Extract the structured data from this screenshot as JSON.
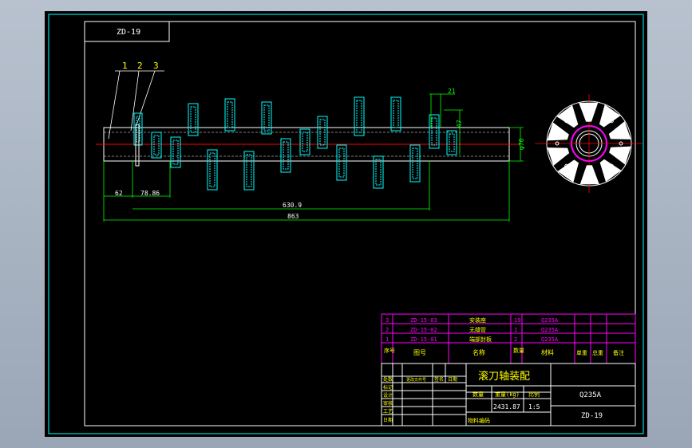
{
  "drawing": {
    "code_top": "ZD-19",
    "part_labels": [
      "1",
      "2",
      "3"
    ],
    "dim_21": "21",
    "dim_47": "47",
    "dim_phi70": "φ70",
    "dim_62": "62",
    "dim_78_86": "78.86",
    "dim_630_9": "630.9",
    "dim_863": "863"
  },
  "bom": {
    "rows": [
      {
        "no": "3",
        "code": "ZD-15-03",
        "name": "安装座",
        "qty": "19",
        "material": "Q235A"
      },
      {
        "no": "2",
        "code": "ZD-15-02",
        "name": "无缝管",
        "qty": "1",
        "material": "Q235A"
      },
      {
        "no": "1",
        "code": "ZD-15-01",
        "name": "端部封板",
        "qty": "2",
        "material": "Q235A"
      }
    ],
    "header": {
      "no": "序号",
      "code": "图号",
      "name": "名称",
      "qty": "数量",
      "material": "材料",
      "unit_weight": "单重",
      "total_weight": "总重",
      "remark": "备注"
    }
  },
  "title_block": {
    "title": "滚刀轴装配",
    "material": "Q235A",
    "drawing_no": "ZD-19",
    "qty_label": "数量",
    "weight_label": "重量(kg)",
    "scale_label": "比例",
    "weight_value": "2431.87",
    "scale_value": "1:5",
    "row_labels": [
      "标记",
      "设计",
      "审核",
      "工艺",
      "日期"
    ],
    "top_labels": [
      "处数",
      "更改文件号",
      "签名",
      "日期"
    ],
    "reg_label": "物料编码"
  },
  "colors": {
    "cyan": "#00ffff",
    "white": "#ffffff",
    "green": "#00ff00",
    "red": "#ff0000",
    "magenta": "#ff00ff",
    "yellow": "#ffff00"
  }
}
